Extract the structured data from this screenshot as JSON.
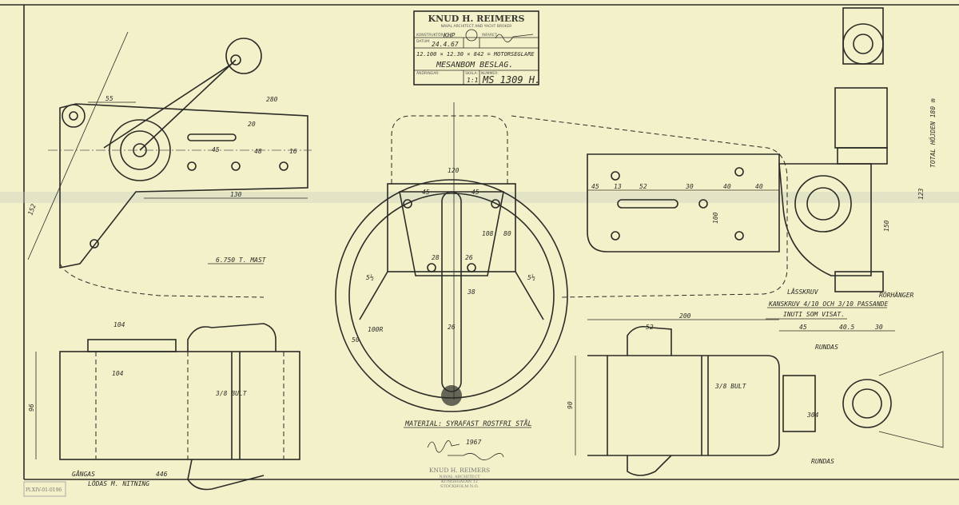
{
  "title_block": {
    "company": "KNUD H. REIMERS",
    "subtitle": "NAVAL ARCHITECT AND YACHT BROKER",
    "designer_label": "KONSTRUKTÖR:",
    "designer": "KHP",
    "date_label": "DATUM:",
    "date": "24.4.67",
    "approved_label": "INFARET:",
    "rev_label": "ÄNDRINGAR:",
    "vessel": "12.100 × 12.30 × 842 = MOTORSEGLARE",
    "part": "MESANBOM BESLAG.",
    "scale_label": "SKALA:",
    "scale": "1:1",
    "number_label": "NUMMER:",
    "number": "MS 1309 H."
  },
  "notes": {
    "material": "MATERIAL: SYRAFAST ROSTFRI STÅL",
    "mast": "6.750 T. MAST",
    "lock_screw": "LÅSSKRUV",
    "bolts": "KANSKRUV 4/10 OCH 3/10 PASSANDE",
    "bolts2": "INUTI SOM VISAT.",
    "rounded": "RUNDAS",
    "rounded2": "RUNDAS",
    "bolt": "3/8 BULT",
    "bolt2": "3/8 BULT",
    "hinge": "GÅNGAS",
    "hole": "LÖDAS M. NITNING",
    "signature_year": "1967",
    "dim_total": "TOTAL HÖJDEN 180 m",
    "gooseneck": "RÖRHÄNGER"
  },
  "dimensions": {
    "d55": "55",
    "d280": "280",
    "d130": "130",
    "d152": "152",
    "d45a": "45",
    "d48": "48",
    "d16": "16",
    "d20": "20",
    "d120": "120",
    "d45b": "45",
    "d45c": "45",
    "d108": "108",
    "d80": "80",
    "d28": "28",
    "d26": "26",
    "d38": "38",
    "d100r": "100R",
    "d50": "50",
    "d5a": "5½",
    "d5b": "5½",
    "d200": "200",
    "d52": "52",
    "d13": "13",
    "d30": "30",
    "d40a": "40",
    "d40b": "40",
    "d100": "100",
    "d150": "150",
    "d123": "123",
    "d45d": "45",
    "d405": "40.5",
    "d30b": "30",
    "d304": "304",
    "d104": "104",
    "d96": "96",
    "d446": "446",
    "d90": "90"
  },
  "stamp": {
    "line1": "KNUD H. REIMERS",
    "line2": "NAVAL ARCHITECT",
    "line3": "KUNGSGATAN 12",
    "line4": "STOCKHOLM N.O."
  },
  "archive_stamp": "Pl.XIV-01-0196"
}
